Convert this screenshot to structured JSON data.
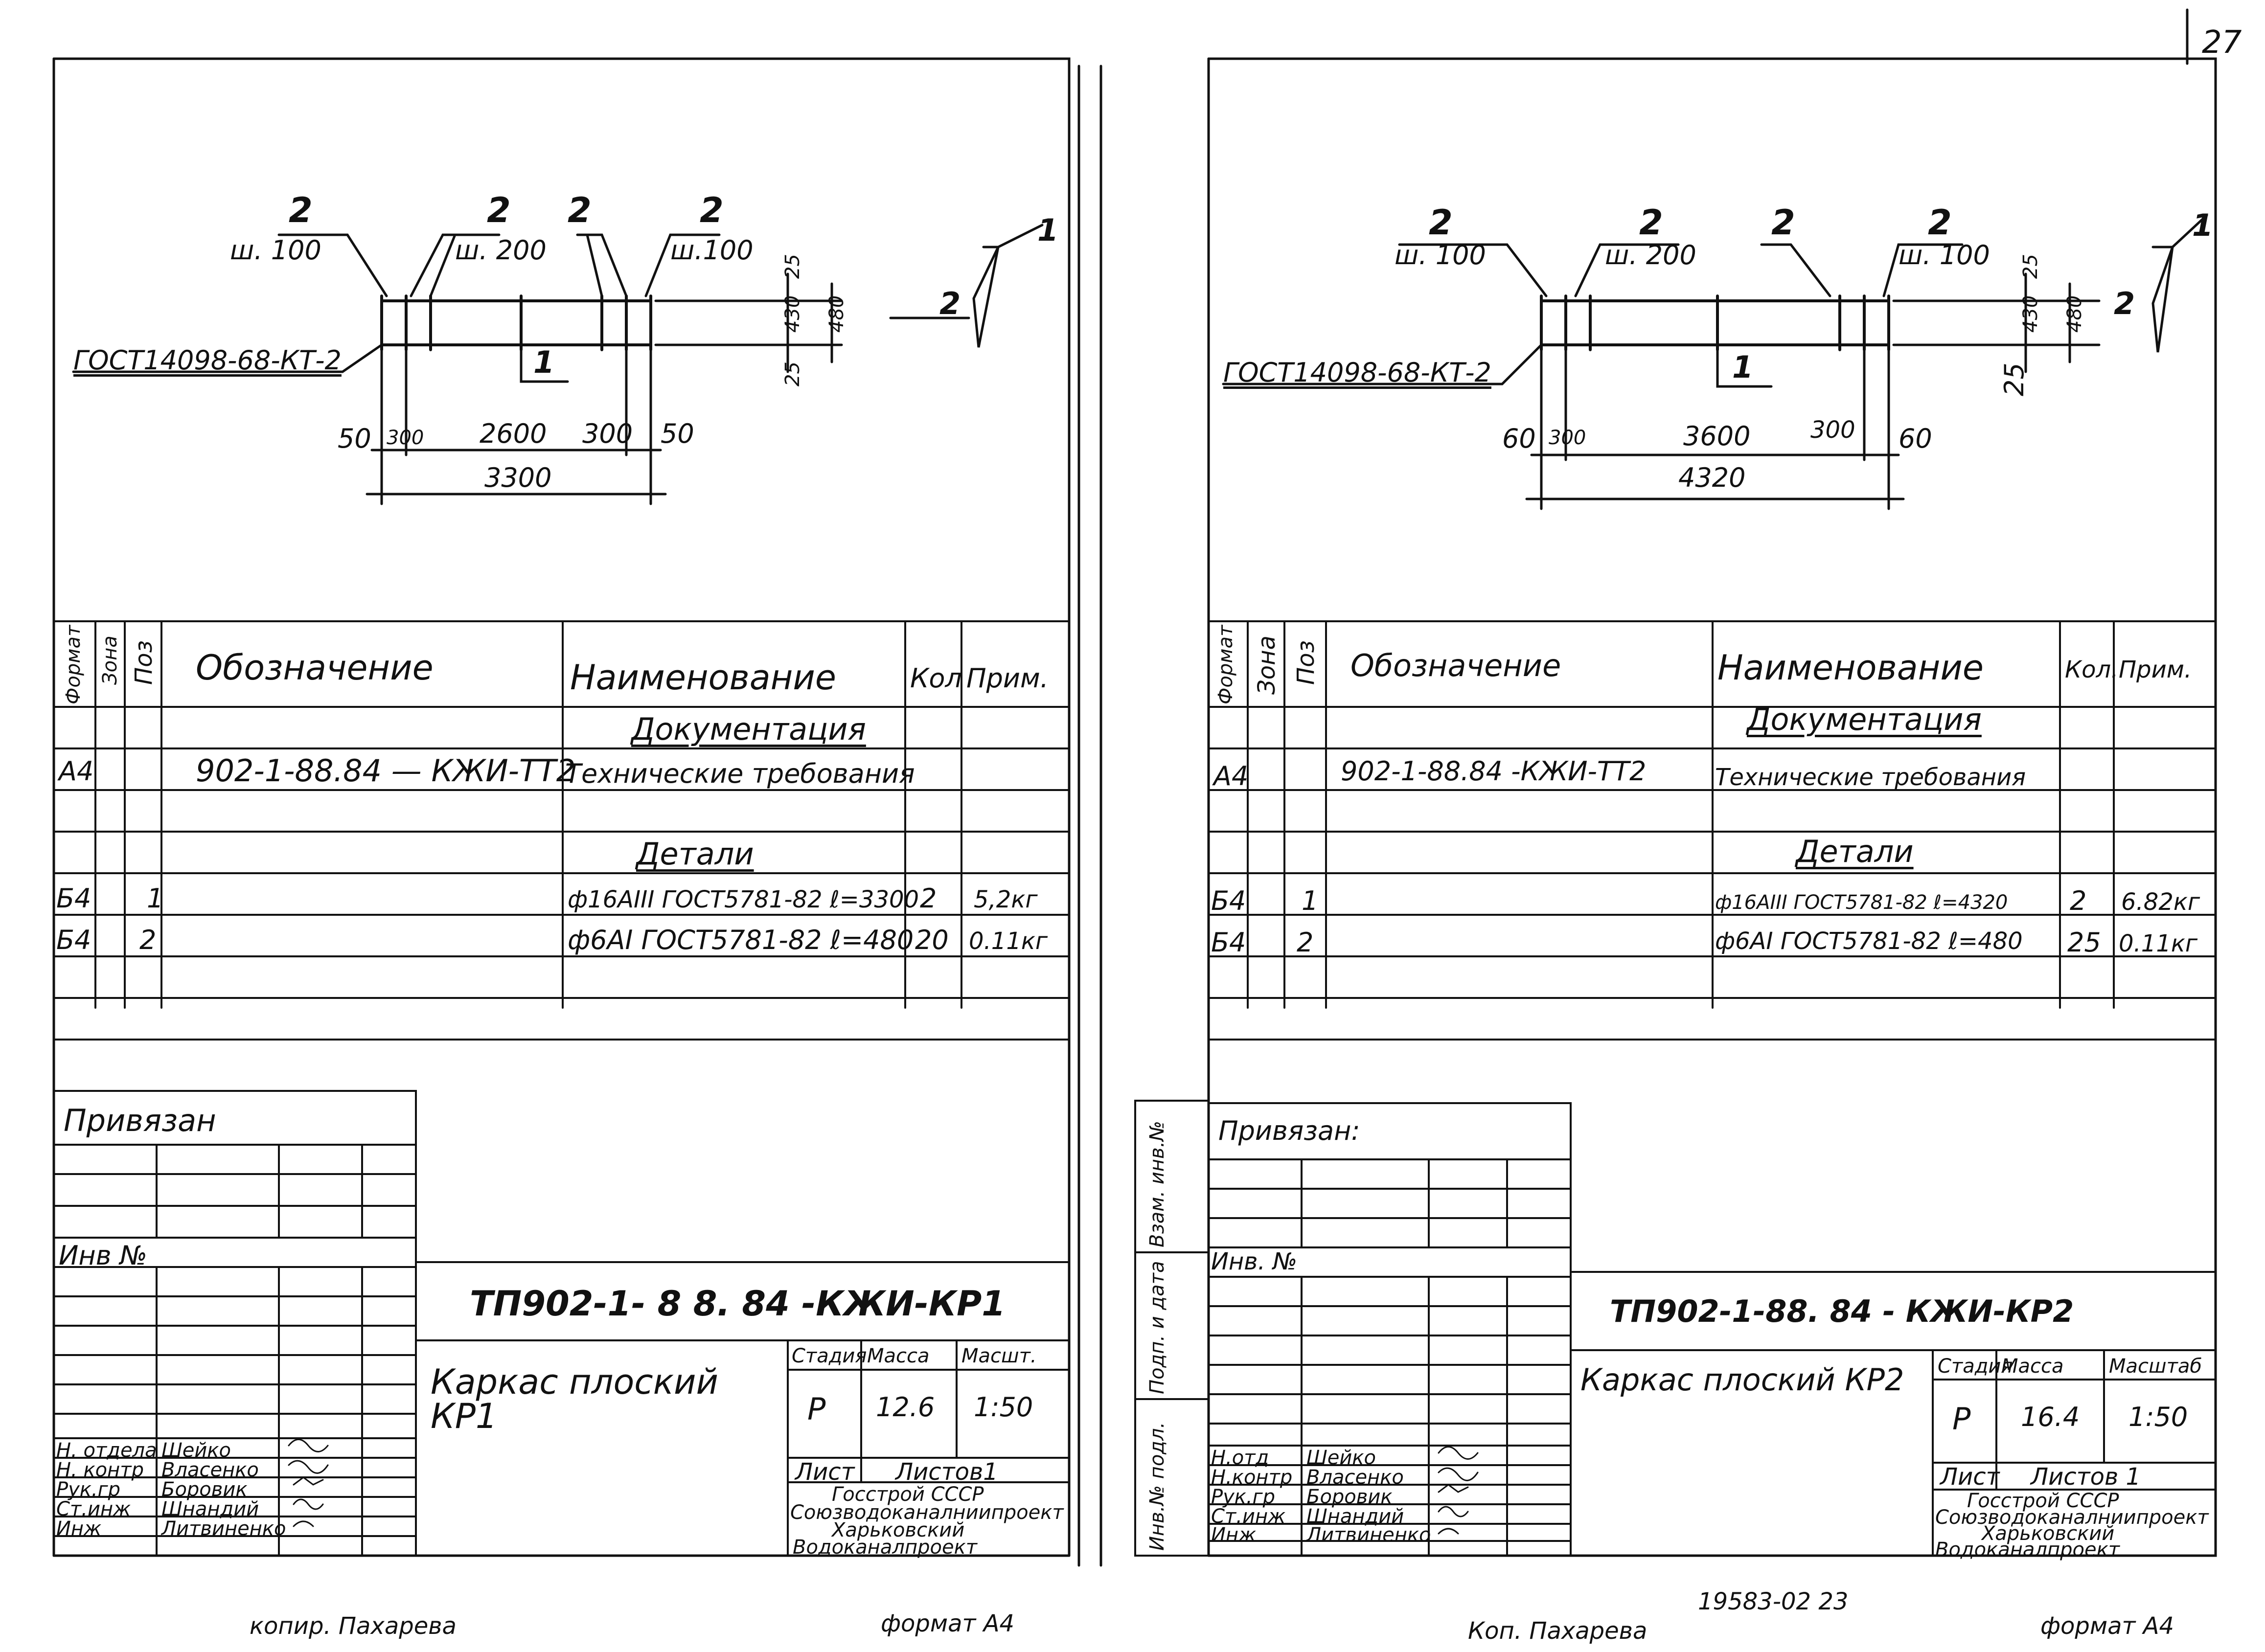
{
  "page_number": "27",
  "sheets": [
    {
      "drawing": {
        "callouts": [
          "2",
          "ш. 100",
          "2",
          "ш. 200",
          "2",
          "2",
          "ш.100"
        ],
        "gost_label": "ГОСТ14098-68-КТ-2",
        "marker": "1",
        "side_labels": [
          "1",
          "2"
        ],
        "dims_bottom": [
          "50",
          "300",
          "2600",
          "300",
          "50"
        ],
        "overall": "3300",
        "dims_right": [
          "25",
          "430",
          "480",
          "25"
        ]
      },
      "spec": {
        "headers": [
          "Формат",
          "Зона",
          "Поз",
          "Обозначение",
          "Наименование",
          "Кол",
          "Прим."
        ],
        "section_docs": "Документация",
        "doc_row": [
          "А4",
          "",
          "",
          "902-1-88.84 — КЖИ-ТТ2",
          "Технические требования",
          "",
          ""
        ],
        "section_details": "Детали",
        "rows": [
          [
            "Б4",
            "",
            "1",
            "",
            "ф16АIII ГОСТ5781-82 ℓ=3300",
            "2",
            "5,2кг"
          ],
          [
            "Б4",
            "",
            "2",
            "",
            "ф6АI ГОСТ5781-82 ℓ=480",
            "20",
            "0.11кг"
          ]
        ]
      },
      "bound": {
        "title": "Привязан",
        "inv": "Инв №"
      },
      "stamp": {
        "code": "ТП902-1- 8 8. 84 -КЖИ-КР1",
        "name": "Каркас плоский КР1",
        "stage_label": "Стадия",
        "mass_label": "Масса",
        "scale_label": "Масшт.",
        "stage": "Р",
        "mass": "12.6",
        "scale": "1:50",
        "sheet_label": "Лист",
        "sheets_label": "Листов1",
        "org": [
          "Госстрой СССР",
          "Союзводоканалниипроект",
          "Харьковский",
          "Водоканалпроект"
        ],
        "people": [
          [
            "Н. отдела",
            "Шейко"
          ],
          [
            "Н. контр",
            "Власенко"
          ],
          [
            "Рук.гр",
            "Боровик"
          ],
          [
            "Ст.инж",
            "Шнандий"
          ],
          [
            "Инж",
            "Литвиненко"
          ]
        ]
      },
      "bottom_left": "копир. Пахарева",
      "bottom_right": "формат А4"
    },
    {
      "drawing": {
        "callouts": [
          "2",
          "ш. 100",
          "2",
          "ш. 200",
          "2",
          "2",
          "ш. 100"
        ],
        "gost_label": "ГОСТ14098-68-КТ-2",
        "marker": "1",
        "side_labels": [
          "1",
          "2"
        ],
        "dims_bottom": [
          "60",
          "300",
          "3600",
          "300",
          "60"
        ],
        "overall": "4320",
        "dims_right": [
          "25",
          "430",
          "480",
          "25"
        ]
      },
      "spec": {
        "headers": [
          "Формат",
          "Зона",
          "Поз",
          "Обозначение",
          "Наименование",
          "Кол.",
          "Прим."
        ],
        "section_docs": "Документация",
        "doc_row": [
          "А4",
          "",
          "",
          "902-1-88.84 -КЖИ-ТТ2",
          "Технические требования",
          "",
          ""
        ],
        "section_details": "Детали",
        "rows": [
          [
            "Б4",
            "",
            "1",
            "",
            "ф16АIII ГОСТ5781-82 ℓ=4320",
            "2",
            "6.82кг"
          ],
          [
            "Б4",
            "",
            "2",
            "",
            "ф6АI ГОСТ5781-82 ℓ=480",
            "25",
            "0.11кг"
          ]
        ]
      },
      "side_stamp": [
        "Инв.№ подл.",
        "Подп. и дата",
        "Взам. инв.№"
      ],
      "bound": {
        "title": "Привязан:",
        "inv": "Инв. №"
      },
      "stamp": {
        "code": "ТП902-1-88. 84 - КЖИ-КР2",
        "name": "Каркас плоский КР2",
        "stage_label": "Стадия",
        "mass_label": "Масса",
        "scale_label": "Масштаб",
        "stage": "Р",
        "mass": "16.4",
        "scale": "1:50",
        "sheet_label": "Лист",
        "sheets_label": "Листов 1",
        "org": [
          "Госстрой СССР",
          "Союзводоканалниипроект",
          "Харьковский",
          "Водоканалпроект"
        ],
        "people": [
          [
            "Н.отд",
            "Шейко"
          ],
          [
            "Н.контр",
            "Власенко"
          ],
          [
            "Рук.гр",
            "Боровик"
          ],
          [
            "Ст.инж",
            "Шнандий"
          ],
          [
            "Инж",
            "Литвиненко"
          ]
        ]
      },
      "bottom_stamp": "19583-02 23",
      "bottom_left": "Коп. Пахарева",
      "bottom_right": "формат А4"
    }
  ]
}
